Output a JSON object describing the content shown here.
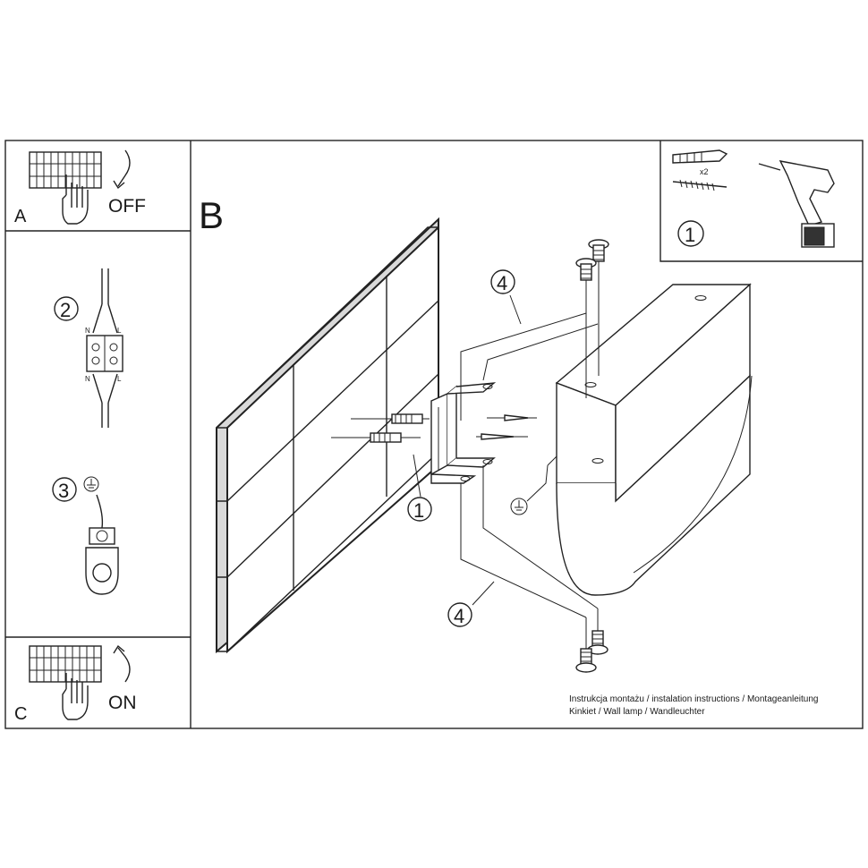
{
  "panels": {
    "A": {
      "letter": "A",
      "action": "OFF"
    },
    "C": {
      "letter": "C",
      "action": "ON"
    },
    "B": {
      "letter": "B"
    }
  },
  "steps": {
    "step1": "1",
    "step2": "2",
    "step3": "3",
    "step4": "4",
    "step1_bracket": "1",
    "screw_qty": "x2"
  },
  "wiring": {
    "top_left": "N",
    "top_right": "L",
    "bottom_left": "N",
    "bottom_right": "L"
  },
  "caption": {
    "line1": "Instrukcja montażu / instalation instructions / Montageanleitung",
    "line2": "Kinkiet / Wall lamp / Wandleuchter"
  },
  "colors": {
    "ink": "#1a1a1a",
    "wall_side": "#d9d9d9",
    "paper": "#ffffff"
  }
}
